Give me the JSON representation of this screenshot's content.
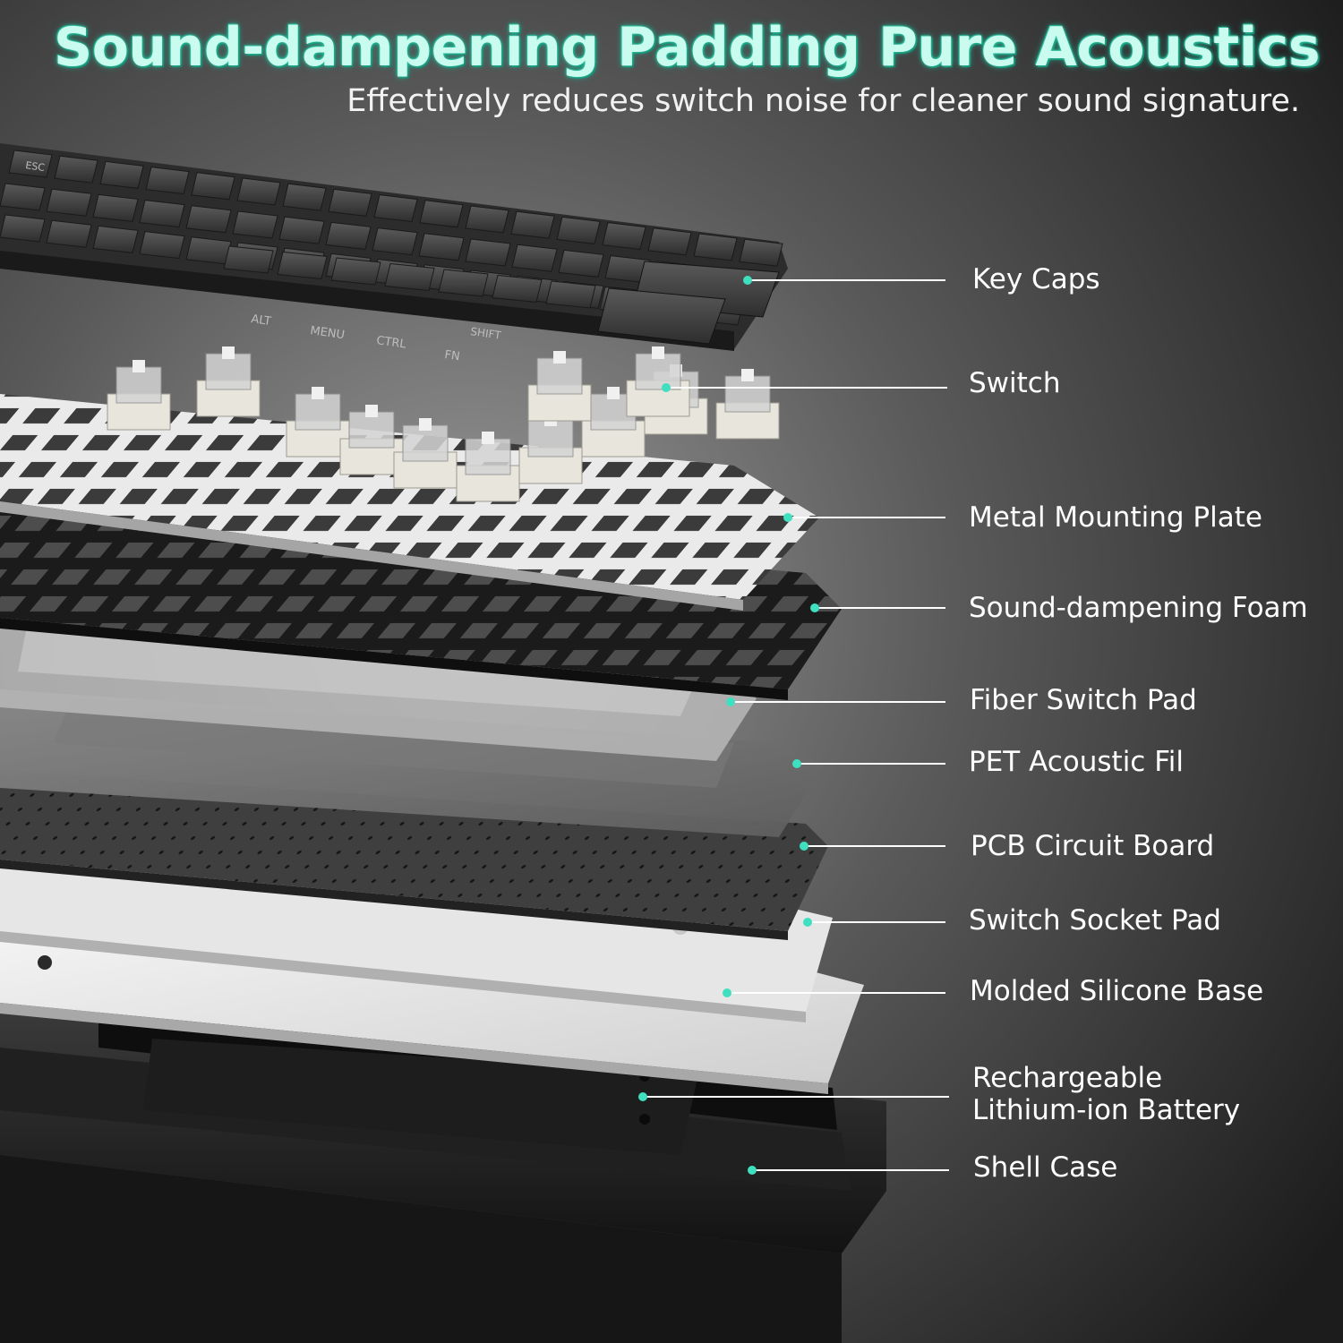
{
  "header": {
    "title": "Sound-dampening Padding Pure Acoustics",
    "subtitle": "Effectively reduces switch noise for cleaner sound signature."
  },
  "colors": {
    "accent": "#3fe0bf",
    "title_glow": "#1fa98a",
    "callout_line": "#ffffff",
    "background": "#2b2b2b"
  },
  "layers": [
    {
      "id": "key-caps",
      "label": "Key Caps"
    },
    {
      "id": "switch",
      "label": "Switch"
    },
    {
      "id": "metal-mounting-plate",
      "label": "Metal Mounting Plate"
    },
    {
      "id": "sound-dampening-foam",
      "label": "Sound-dampening Foam"
    },
    {
      "id": "fiber-switch-pad",
      "label": "Fiber Switch Pad"
    },
    {
      "id": "pet-acoustic-film",
      "label": "PET Acoustic Fil"
    },
    {
      "id": "pcb-circuit-board",
      "label": "PCB Circuit Board"
    },
    {
      "id": "switch-socket-pad",
      "label": "Switch Socket Pad"
    },
    {
      "id": "molded-silicone-base",
      "label": "Molded Silicone Base"
    },
    {
      "id": "battery",
      "label": "Rechargeable",
      "label_line2": "Lithium-ion Battery"
    },
    {
      "id": "shell-case",
      "label": "Shell Case"
    }
  ],
  "keycap_legends": [
    "ESC",
    "ALT",
    "MENU",
    "CTRL",
    "SHIFT",
    "FN"
  ]
}
